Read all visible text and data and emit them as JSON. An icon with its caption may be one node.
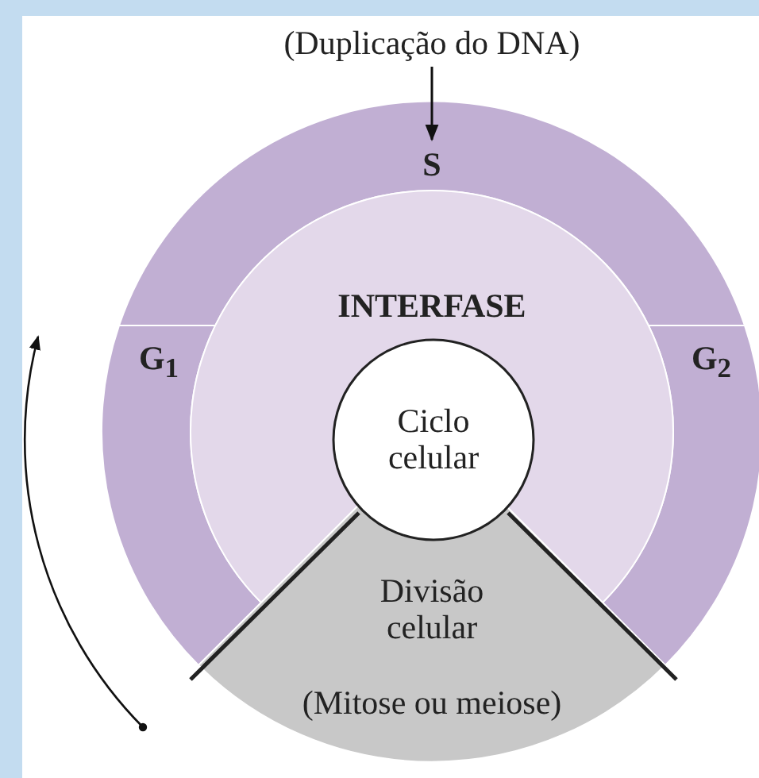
{
  "diagram": {
    "nodes": [
      {
        "text": [
          "(Duplicação do DNA)"
        ]
      },
      {
        "text": [
          "S"
        ]
      },
      {
        "text": [
          "G$_{1}$"
        ]
      },
      {
        "text": [
          "INTERFASE"
        ]
      },
      {
        "text": [
          "G$_{2}$"
        ]
      },
      {
        "text": [
          "Ciclo celular"
        ]
      },
      {
        "text": [
          "Divisão celular",
          "(Mitose ou meiose)"
        ]
      }
    ],
    "edges": [
      {
        "from": 0,
        "to": 1,
        "arrow": "to"
      }
    ]
  }
}
